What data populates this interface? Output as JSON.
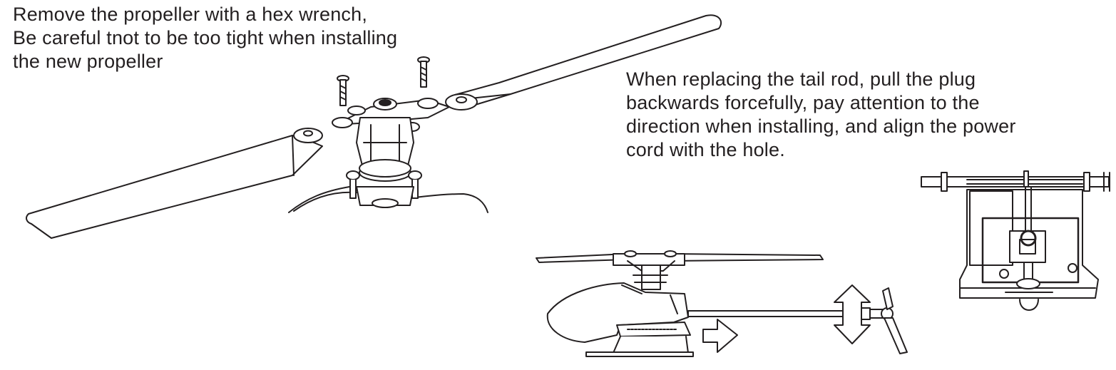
{
  "instructions": {
    "propeller": {
      "lines": [
        "Remove the propeller with a hex wrench,",
        "Be careful tnot to be too tight when installing",
        "the new propeller"
      ]
    },
    "tail_rod": {
      "lines": [
        "When replacing the tail rod, pull the plug",
        "backwards forcefully, pay attention to the",
        "direction when installing, and align the power",
        "cord with the hole."
      ]
    }
  },
  "illustrations": {
    "rotor_head": "rotor-head-exploded-illustration",
    "helicopter": "helicopter-side-view-illustration",
    "tail_mount": "tail-plug-mount-illustration"
  }
}
